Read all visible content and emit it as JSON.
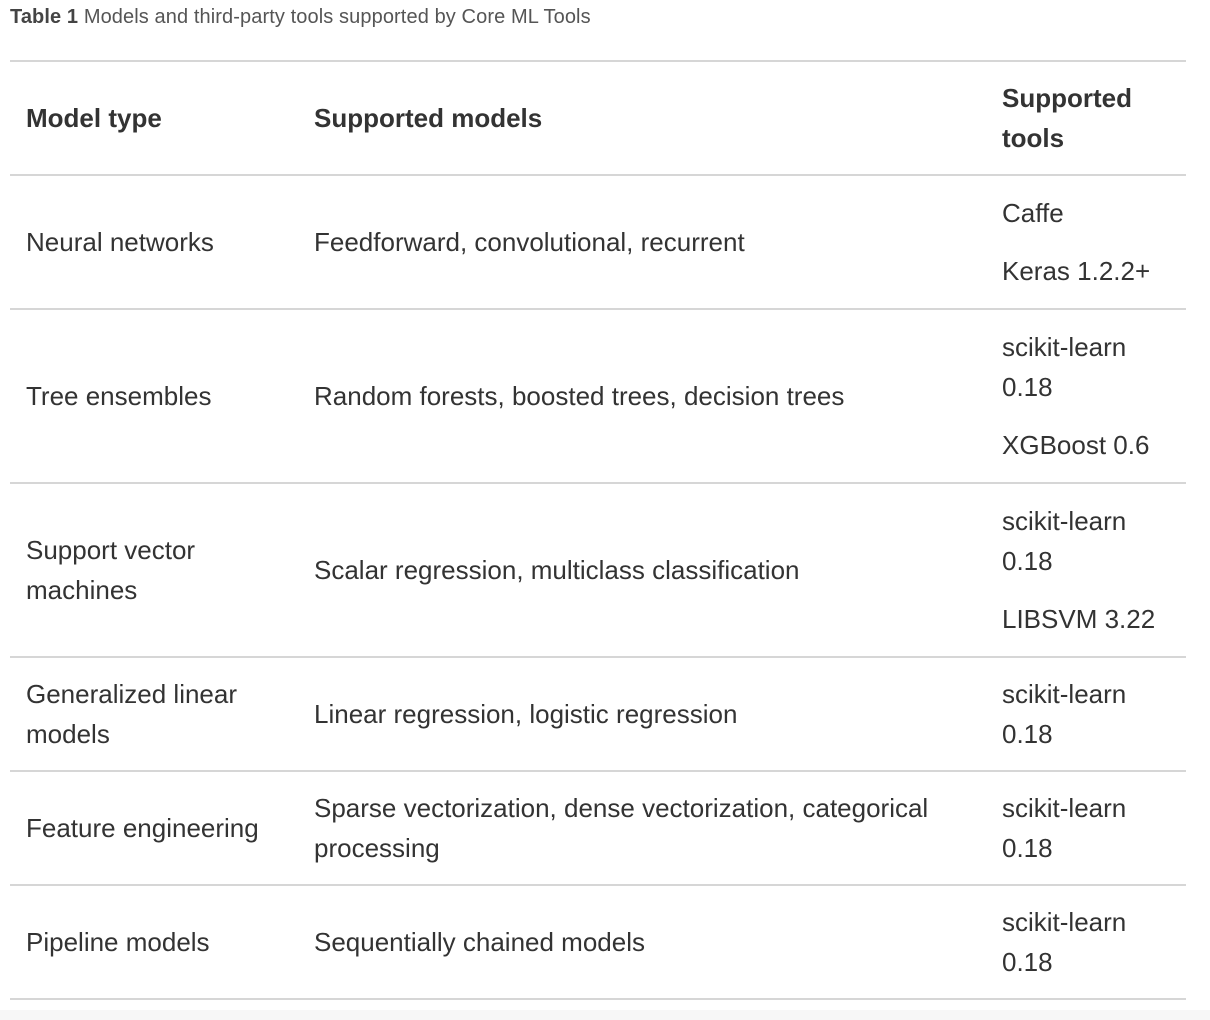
{
  "caption": {
    "label": "Table 1",
    "text": "Models and third-party tools supported by Core ML Tools"
  },
  "table": {
    "headers": [
      "Model type",
      "Supported models",
      "Supported tools"
    ],
    "rows": [
      {
        "model_type": "Neural networks",
        "supported_models": "Feedforward, convolutional, recurrent",
        "tools": [
          "Caffe",
          "Keras 1.2.2+"
        ]
      },
      {
        "model_type": "Tree ensembles",
        "supported_models": "Random forests, boosted trees, decision trees",
        "tools": [
          "scikit-learn 0.18",
          "XGBoost 0.6"
        ]
      },
      {
        "model_type": "Support vector machines",
        "supported_models": "Scalar regression, multiclass classification",
        "tools": [
          "scikit-learn 0.18",
          "LIBSVM 3.22"
        ]
      },
      {
        "model_type": "Generalized linear models",
        "supported_models": "Linear regression, logistic regression",
        "tools": [
          "scikit-learn 0.18"
        ]
      },
      {
        "model_type": "Feature engineering",
        "supported_models": "Sparse vectorization, dense vectorization, categorical processing",
        "tools": [
          "scikit-learn 0.18"
        ]
      },
      {
        "model_type": "Pipeline models",
        "supported_models": "Sequentially chained models",
        "tools": [
          "scikit-learn 0.18"
        ]
      }
    ]
  }
}
